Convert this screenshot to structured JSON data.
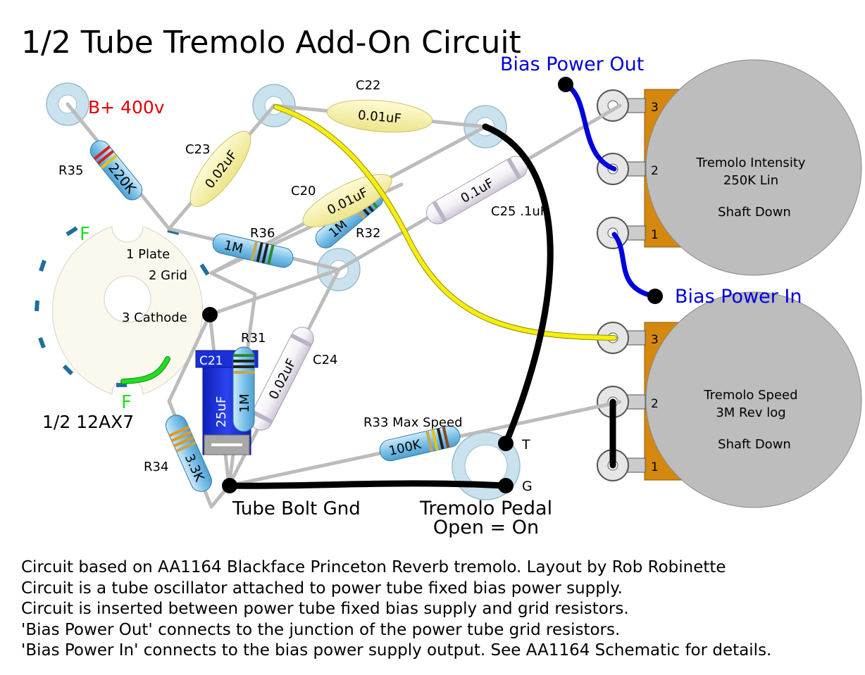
{
  "title": "1/2 Tube Tremolo Add-On Circuit",
  "supply": {
    "b_plus": "B+ 400v"
  },
  "resistors": {
    "r35": {
      "ref": "R35",
      "value": "220K"
    },
    "r36": {
      "ref": "R36",
      "value": "1M"
    },
    "r32": {
      "ref": "R32",
      "value": "1M"
    },
    "r31": {
      "ref": "R31",
      "value": "1M"
    },
    "r34": {
      "ref": "R34",
      "value": "3.3K"
    },
    "r33": {
      "ref": "R33 Max Speed",
      "value": "100K"
    }
  },
  "capacitors": {
    "c22": {
      "ref": "C22",
      "value": "0.01uF"
    },
    "c23": {
      "ref": "C23",
      "value": "0.02uF"
    },
    "c20": {
      "ref": "C20",
      "value": "0.01uF"
    },
    "c25": {
      "ref": "C25 .1uF",
      "value": "0.1uF"
    },
    "c24": {
      "ref": "C24",
      "value": "0.02uF"
    },
    "c21": {
      "ref": "C21",
      "value": "25uF"
    }
  },
  "tube": {
    "name": "1/2  12AX7",
    "filament_top": "F",
    "filament_bottom": "F",
    "pin1": "1 Plate",
    "pin2": "2 Grid",
    "pin3": "3 Cathode"
  },
  "ground": {
    "label": "Tube Bolt Gnd"
  },
  "pedal": {
    "label_line1": "Tremolo Pedal",
    "label_line2": "Open = On",
    "tip": "T",
    "ground": "G"
  },
  "bias": {
    "out": "Bias Power Out",
    "in": "Bias Power In"
  },
  "pots": {
    "intensity": {
      "name": "Tremolo Intensity",
      "value": "250K Lin",
      "note": "Shaft Down",
      "lug3": "3",
      "lug2": "2",
      "lug1": "1"
    },
    "speed": {
      "name": "Tremolo Speed",
      "value": "3M Rev log",
      "note": "Shaft Down",
      "lug3": "3",
      "lug2": "2",
      "lug1": "1"
    }
  },
  "colors": {
    "b_plus_text": "#e00000",
    "bias_text": "#0000dd",
    "bias_wire": "#0000dd",
    "yellow_wire": "#f5ee10",
    "filament_wire": "#22dd22",
    "pot_body": "#bdbdbd",
    "pot_tab": "#d4880e",
    "eyelet": "#c9e2ee",
    "resistor_body": "#7ec3ea",
    "cap_body": "#f7f2a4",
    "electrolytic": "#1b2fd6"
  },
  "notes": [
    "Circuit based on AA1164 Blackface Princeton Reverb tremolo.  Layout by Rob Robinette",
    "Circuit is a tube oscillator attached to power tube fixed bias power supply.",
    "Circuit is inserted between power tube fixed bias supply and grid resistors.",
    "'Bias Power Out' connects to the junction of the power tube grid resistors.",
    "'Bias Power In' connects to the bias power supply output. See AA1164 Schematic for details."
  ]
}
